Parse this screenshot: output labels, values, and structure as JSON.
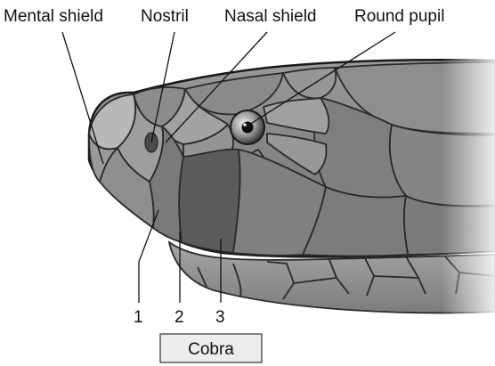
{
  "labels": {
    "mental_shield": "Mental shield",
    "nostril": "Nostril",
    "nasal_shield": "Nasal shield",
    "round_pupil": "Round pupil"
  },
  "scale_numbers": [
    "1",
    "2",
    "3"
  ],
  "caption": "Cobra"
}
